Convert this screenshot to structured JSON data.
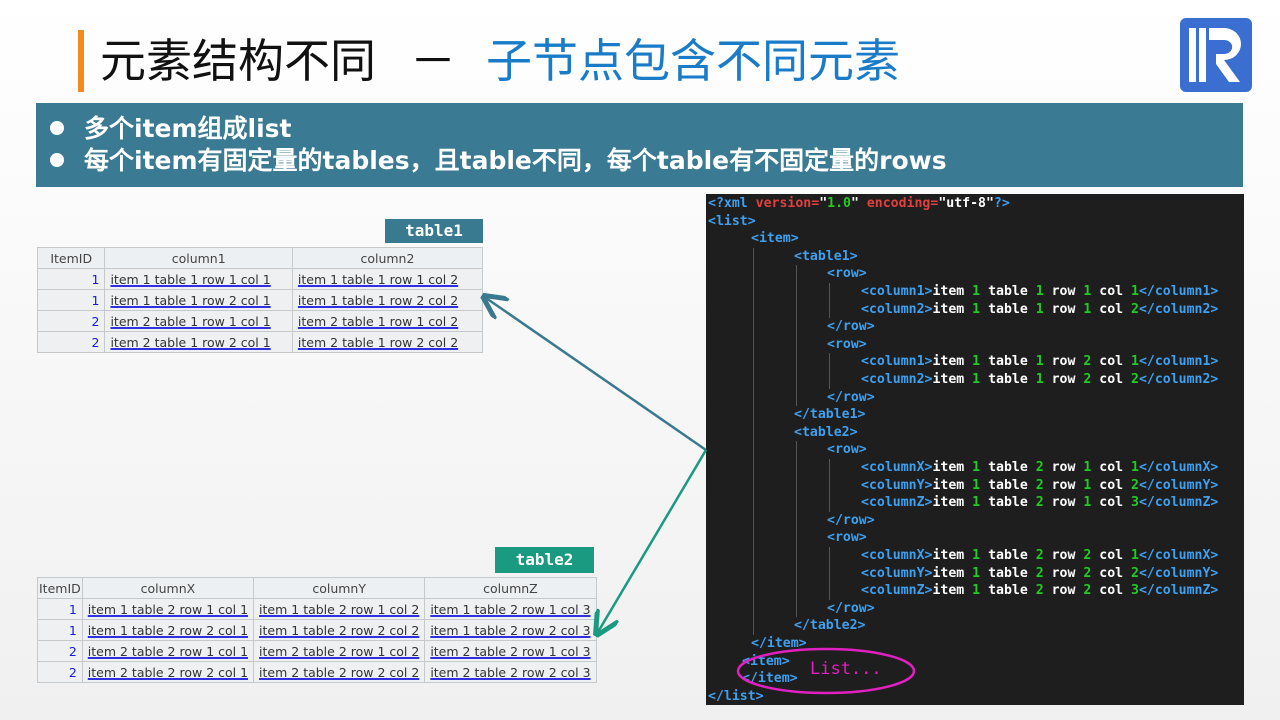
{
  "header": {
    "title_main": "元素结构不同",
    "dash": "－",
    "title_sub": "子节点包含不同元素"
  },
  "banner": {
    "bullets": [
      "多个item组成list",
      "每个item有固定量的tables，且table不同，每个table有不固定量的rows"
    ]
  },
  "table1": {
    "label": "table1",
    "headers": [
      "ItemID",
      "column1",
      "column2"
    ],
    "rows": [
      [
        "1",
        "item 1 table 1 row 1 col 1",
        "item 1 table 1 row 1 col 2"
      ],
      [
        "1",
        "item 1 table 1 row 2 col 1",
        "item 1 table 1 row 2 col 2"
      ],
      [
        "2",
        "item 2 table 1 row 1 col 1",
        "item 2 table 1 row 1 col 2"
      ],
      [
        "2",
        "item 2 table 1 row 2 col 1",
        "item 2 table 1 row 2 col 2"
      ]
    ]
  },
  "table2": {
    "label": "table2",
    "headers": [
      "ItemID",
      "columnX",
      "columnY",
      "columnZ"
    ],
    "rows": [
      [
        "1",
        "item 1 table 2 row 1 col 1",
        "item 1 table 2 row 1 col 2",
        "item 1 table 2 row 1 col 3"
      ],
      [
        "1",
        "item 1 table 2 row 2 col 1",
        "item 1 table 2 row 2 col 2",
        "item 1 table 2 row 2 col 3"
      ],
      [
        "2",
        "item 2 table 2 row 1 col 1",
        "item 2 table 2 row 1 col 2",
        "item 2 table 2 row 1 col 3"
      ],
      [
        "2",
        "item 2 table 2 row 2 col 1",
        "item 2 table 2 row 2 col 2",
        "item 2 table 2 row 2 col 3"
      ]
    ]
  },
  "code": {
    "lines": [
      {
        "d": 0,
        "s": "<?xml version=\"1.0\" encoding=\"utf-8\"?>"
      },
      {
        "d": 0,
        "s": "<list>"
      },
      {
        "d": 1,
        "s": "<item>"
      },
      {
        "d": 2,
        "s": "<table1>"
      },
      {
        "d": 3,
        "s": "<row>"
      },
      {
        "d": 4,
        "s": "<column1>item 1 table 1 row 1 col 1</column1>"
      },
      {
        "d": 4,
        "s": "<column2>item 1 table 1 row 1 col 2</column2>"
      },
      {
        "d": 3,
        "s": "</row>"
      },
      {
        "d": 3,
        "s": "<row>"
      },
      {
        "d": 4,
        "s": "<column1>item 1 table 1 row 2 col 1</column1>"
      },
      {
        "d": 4,
        "s": "<column2>item 1 table 1 row 2 col 2</column2>"
      },
      {
        "d": 3,
        "s": "</row>"
      },
      {
        "d": 2,
        "s": "</table1>"
      },
      {
        "d": 2,
        "s": "<table2>"
      },
      {
        "d": 3,
        "s": "<row>"
      },
      {
        "d": 4,
        "s": "<columnX>item 1 table 2 row 1 col 1</columnX>"
      },
      {
        "d": 4,
        "s": "<columnY>item 1 table 2 row 1 col 2</columnY>"
      },
      {
        "d": 4,
        "s": "<columnZ>item 1 table 2 row 1 col 3</columnZ>"
      },
      {
        "d": 3,
        "s": "</row>"
      },
      {
        "d": 3,
        "s": "<row>"
      },
      {
        "d": 4,
        "s": "<columnX>item 1 table 2 row 2 col 1</columnX>"
      },
      {
        "d": 4,
        "s": "<columnY>item 1 table 2 row 2 col 2</columnY>"
      },
      {
        "d": 4,
        "s": "<columnZ>item 1 table 2 row 2 col 3</columnZ>"
      },
      {
        "d": 3,
        "s": "</row>"
      },
      {
        "d": 2,
        "s": "</table2>"
      },
      {
        "d": 1,
        "s": "</item>"
      },
      {
        "d": 1.2,
        "s": "<item>"
      },
      {
        "d": 1.2,
        "s": "</item>"
      },
      {
        "d": 0,
        "s": "</list>"
      }
    ],
    "note": "List..."
  },
  "colors": {
    "accent": "#f08c1e",
    "title_blue": "#1a7cc8",
    "banner": "#3a7a92",
    "table1_label": "#3a7a90",
    "table2_label": "#1a9a80",
    "note": "#e020c0"
  }
}
